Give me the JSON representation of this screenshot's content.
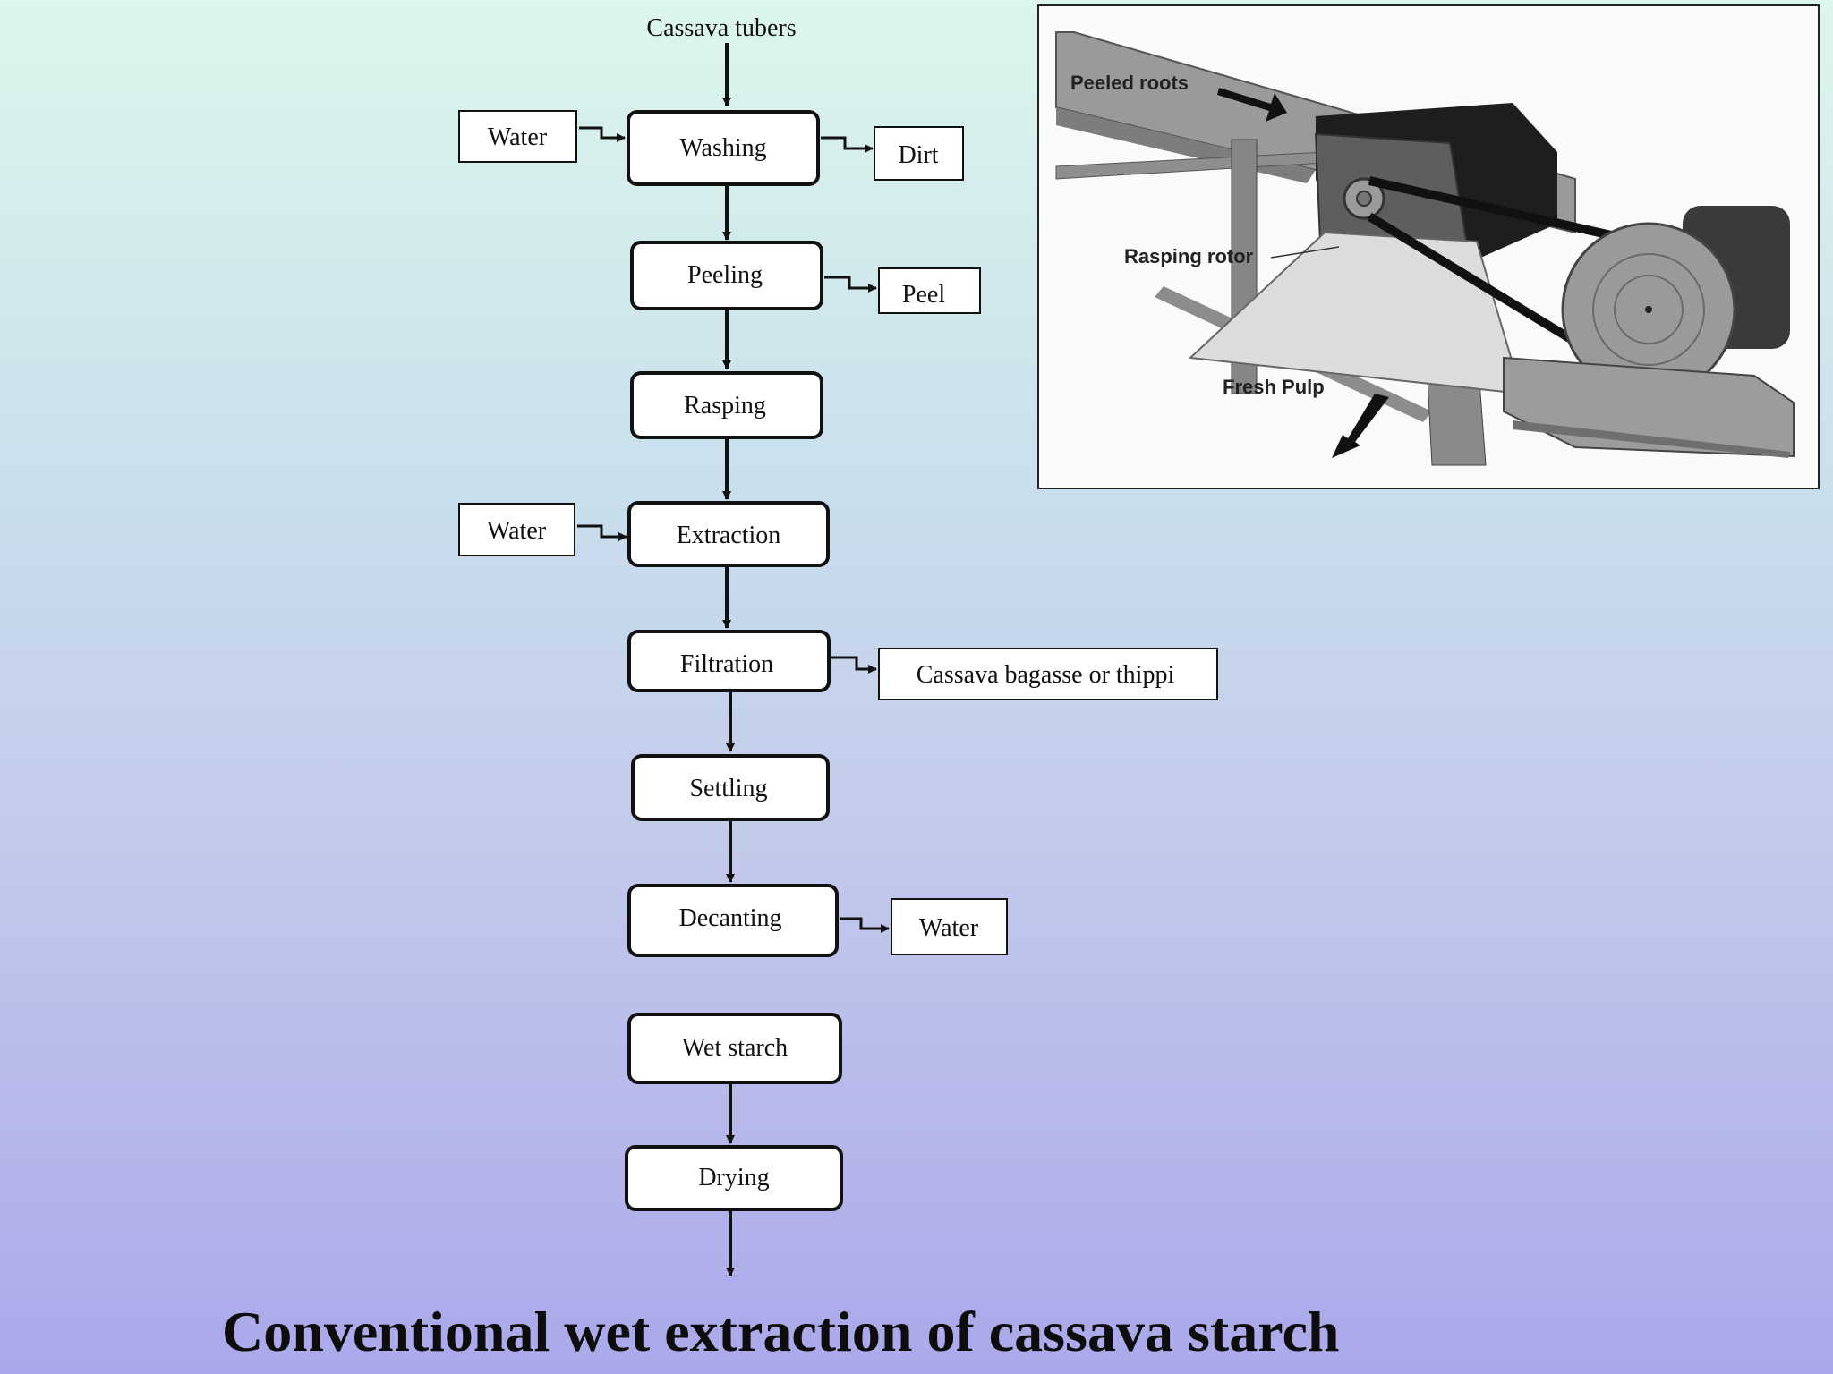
{
  "flowchart": {
    "input_label": "Cassava tubers",
    "steps": [
      "Washing",
      "Peeling",
      "Rasping",
      "Extraction",
      "Filtration",
      "Settling",
      "Decanting",
      "Wet starch",
      "Drying"
    ],
    "inputs": [
      {
        "step": "Washing",
        "label": "Water"
      },
      {
        "step": "Extraction",
        "label": "Water"
      }
    ],
    "outputs": [
      {
        "step": "Washing",
        "label": "Dirt"
      },
      {
        "step": "Peeling",
        "label": "Peel"
      },
      {
        "step": "Filtration",
        "label": "Cassava bagasse or thippi"
      },
      {
        "step": "Decanting",
        "label": "Water"
      }
    ]
  },
  "photo": {
    "labels": {
      "peeled_roots": "Peeled roots",
      "rasping_rotor": "Rasping rotor",
      "fresh_pulp": "Fresh Pulp"
    }
  },
  "title": "Conventional wet extraction of cassava starch"
}
